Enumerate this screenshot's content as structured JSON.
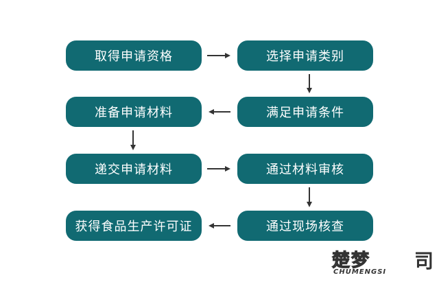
{
  "flow": {
    "steps": [
      "取得申请资格",
      "选择申请类别",
      "满足申请条件",
      "准备申请材料",
      "递交申请材料",
      "通过材料审核",
      "通过现场核查",
      "获得食品生产许可证"
    ],
    "box_color": "#116a72",
    "text_color": "#ffffff",
    "arrow_color": "#333333"
  },
  "watermark": {
    "brand": "楚梦",
    "latin": "CHUMENGSI",
    "glyph": "司"
  }
}
